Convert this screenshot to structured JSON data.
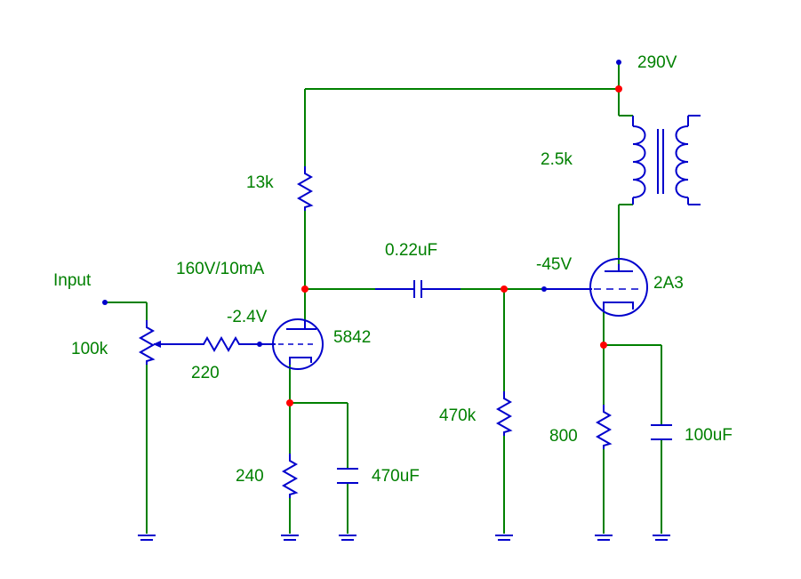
{
  "labels": {
    "supply": "290V",
    "r_load": "13k",
    "transformer": "2.5k",
    "plate_v": "160V/10mA",
    "coupling_cap": "0.22uF",
    "output_grid_v": "-45V",
    "output_tube": "2A3",
    "input": "Input",
    "pot": "100k",
    "grid_stopper": "220",
    "driver_grid_v": "-2.4V",
    "driver_tube": "5842",
    "grid_leak": "470k",
    "output_cathode_r": "800",
    "output_cathode_c": "100uF",
    "driver_cathode_r": "240",
    "driver_cathode_c": "470uF"
  },
  "colors": {
    "wire": "#008000",
    "component": "#0000cc",
    "label": "#008000",
    "junction": "#ff0000",
    "pin": "#0000cc"
  }
}
